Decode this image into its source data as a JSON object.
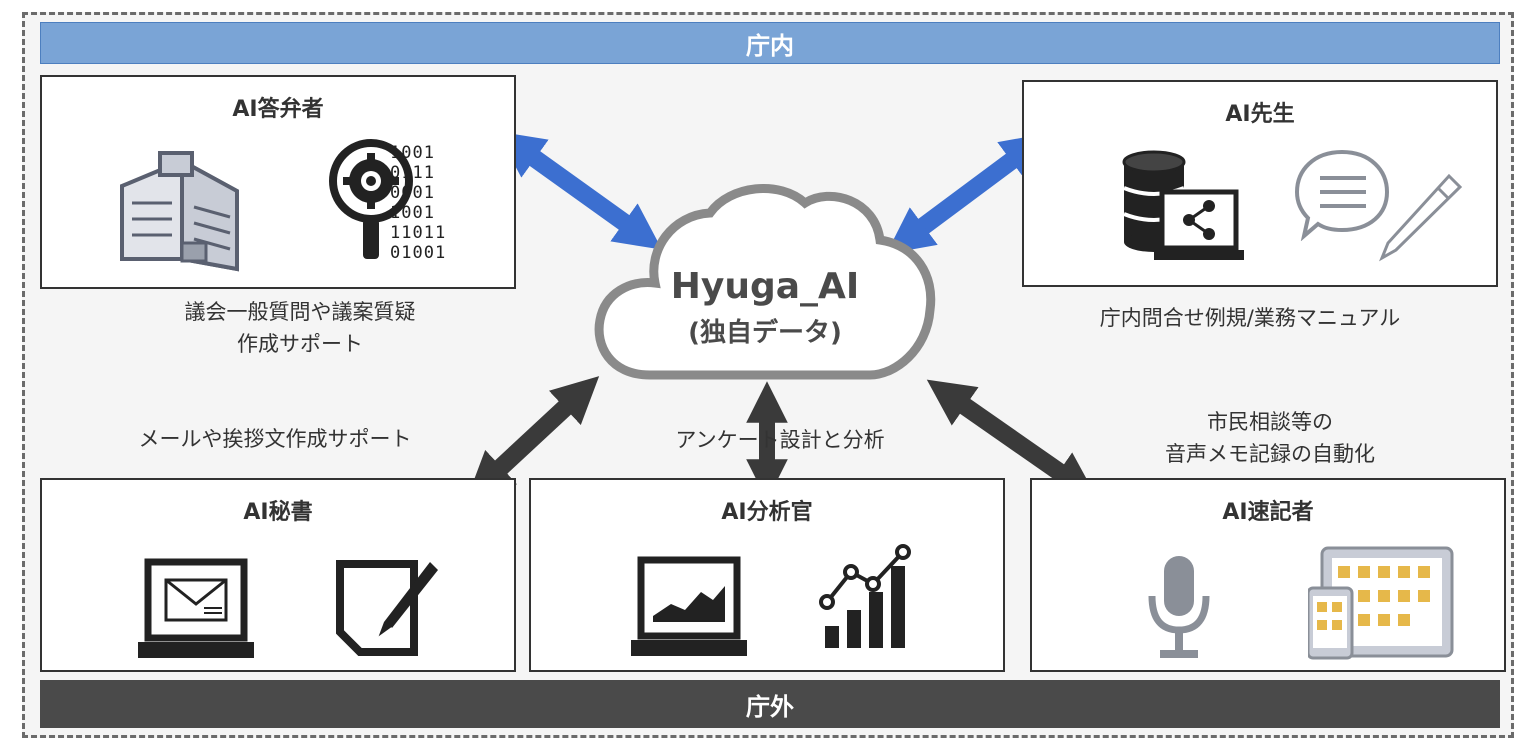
{
  "bands": {
    "top": "庁内",
    "bottom": "庁外"
  },
  "center": {
    "title": "Hyuga_AI",
    "subtitle": "(独自データ)"
  },
  "boxes": {
    "answerer": {
      "title": "AI答弁者",
      "caption_lines": [
        "議会一般質問や議案質疑",
        "作成サポート"
      ]
    },
    "teacher": {
      "title": "AI先生",
      "caption_lines": [
        "庁内問合せ例規/業務マニュアル"
      ]
    },
    "secretary": {
      "title": "AI秘書",
      "caption_lines": [
        "メールや挨拶文作成サポート"
      ]
    },
    "analyst": {
      "title": "AI分析官",
      "caption_lines": [
        "アンケート設計と分析"
      ]
    },
    "stenographer": {
      "title": "AI速記者",
      "caption_lines": [
        "市民相談等の",
        "音声メモ記録の自動化"
      ]
    }
  },
  "binary_digits": [
    "1001",
    "0111",
    "0001",
    "1001",
    "11011",
    "01001"
  ],
  "icons": [
    "building-icon",
    "gear-magnifier-icon",
    "database-icon",
    "laptop-share-icon",
    "speech-bubble-icon",
    "pen-icon",
    "laptop-mail-icon",
    "signature-icon",
    "laptop-chart-icon",
    "growth-chart-icon",
    "microphone-icon",
    "tablet-files-icon"
  ],
  "colors": {
    "top_band": "#7aa4d6",
    "bottom_band": "#4a4a4a",
    "blue_arrow": "#3c6fd0",
    "dark_arrow": "#3a3a3a"
  }
}
